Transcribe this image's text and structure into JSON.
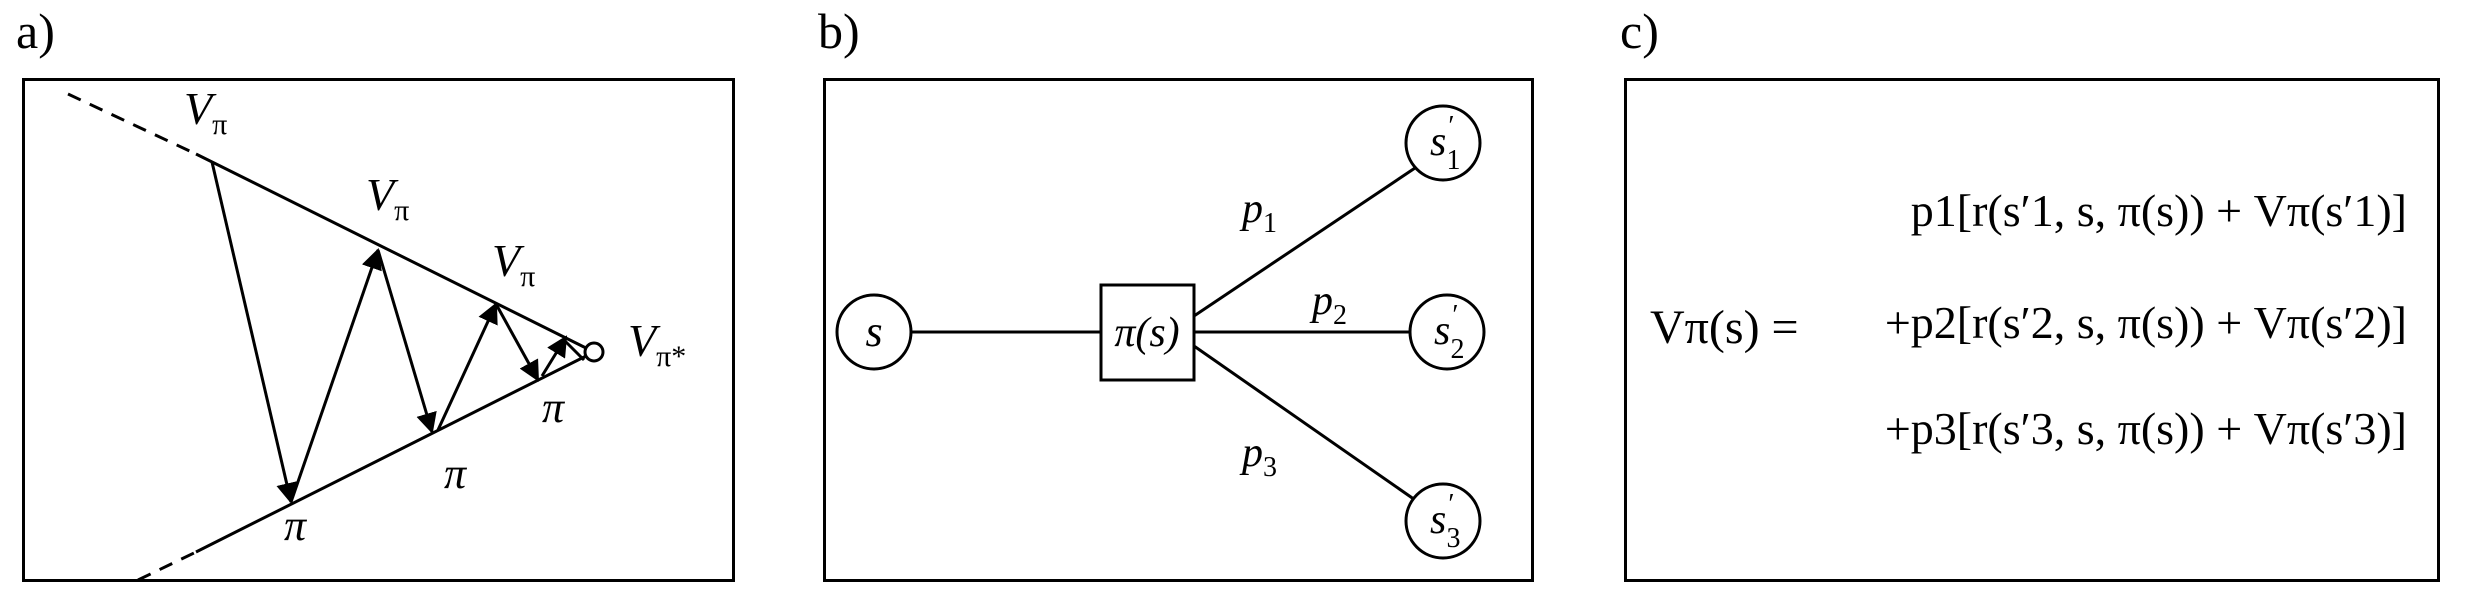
{
  "panels": [
    {
      "label": "a)"
    },
    {
      "label": "b)"
    },
    {
      "label": "c)"
    }
  ],
  "panel_a": {
    "value_labels": [
      "V",
      "V",
      "V"
    ],
    "value_subscript": "π",
    "policy_labels": [
      "π",
      "π",
      "π"
    ],
    "optimal_label": "V",
    "optimal_subscript": "π*"
  },
  "panel_b": {
    "state": "s",
    "action": "π(s)",
    "next_states": [
      {
        "name": "s",
        "prime": "′",
        "index": "1"
      },
      {
        "name": "s",
        "prime": "′",
        "index": "2"
      },
      {
        "name": "s",
        "prime": "′",
        "index": "3"
      }
    ],
    "probabilities": [
      {
        "name": "p",
        "index": "1"
      },
      {
        "name": "p",
        "index": "2"
      },
      {
        "name": "p",
        "index": "3"
      }
    ]
  },
  "panel_c": {
    "lhs": "Vπ(s) =",
    "lines": [
      "p1[r(s′1, s, π(s)) + Vπ(s′1)]",
      "+p2[r(s′2, s, π(s)) + Vπ(s′2)]",
      "+p3[r(s′3, s, π(s)) + Vπ(s′3)]"
    ]
  }
}
